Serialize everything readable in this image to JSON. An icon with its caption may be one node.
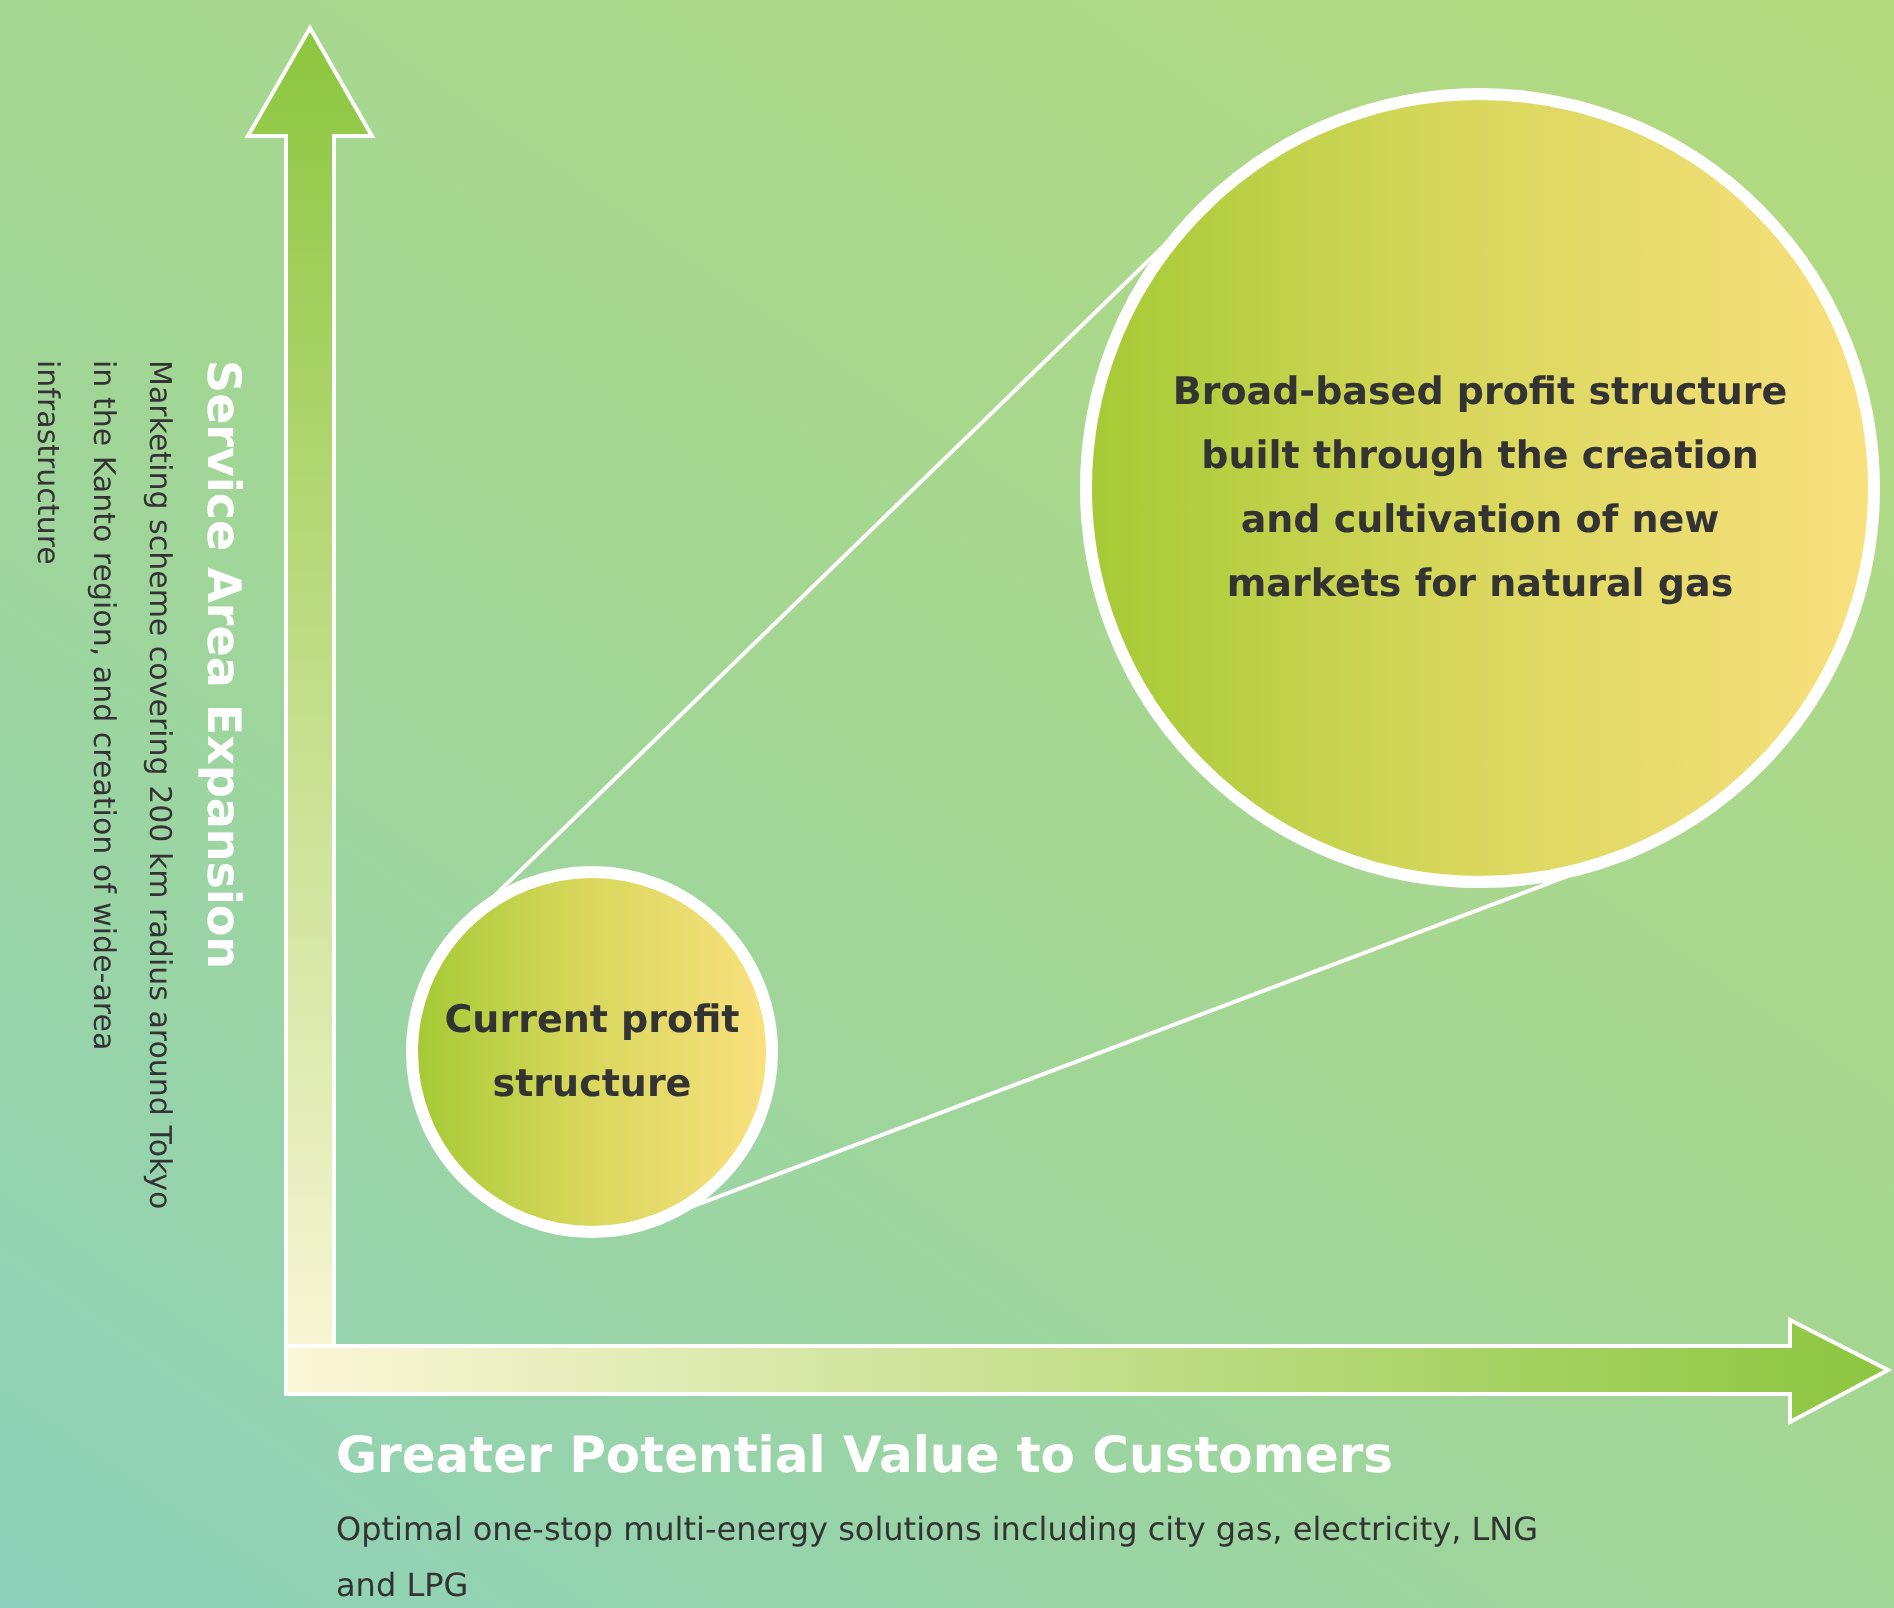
{
  "diagram": {
    "nodes": [
      {
        "text": [
          "Current profit structure"
        ]
      },
      {
        "text": [
          "Broad-based profit structure built through the creation and cultivation of new markets for natural gas"
        ]
      }
    ],
    "edges": [
      {
        "from": 0,
        "to": 1,
        "arrow": "none"
      },
      {
        "from": 0,
        "to": 1,
        "arrow": "none"
      }
    ],
    "labels": [
      "Service Area Expansion",
      "Marketing scheme covering 200 km radius around Tokyo in the Kanto region, and creation of wide-area infrastructure",
      "Greater Potential Value to Customers",
      "Optimal one-stop multi-energy solutions including city gas, electricity, LNG and LPG"
    ]
  }
}
